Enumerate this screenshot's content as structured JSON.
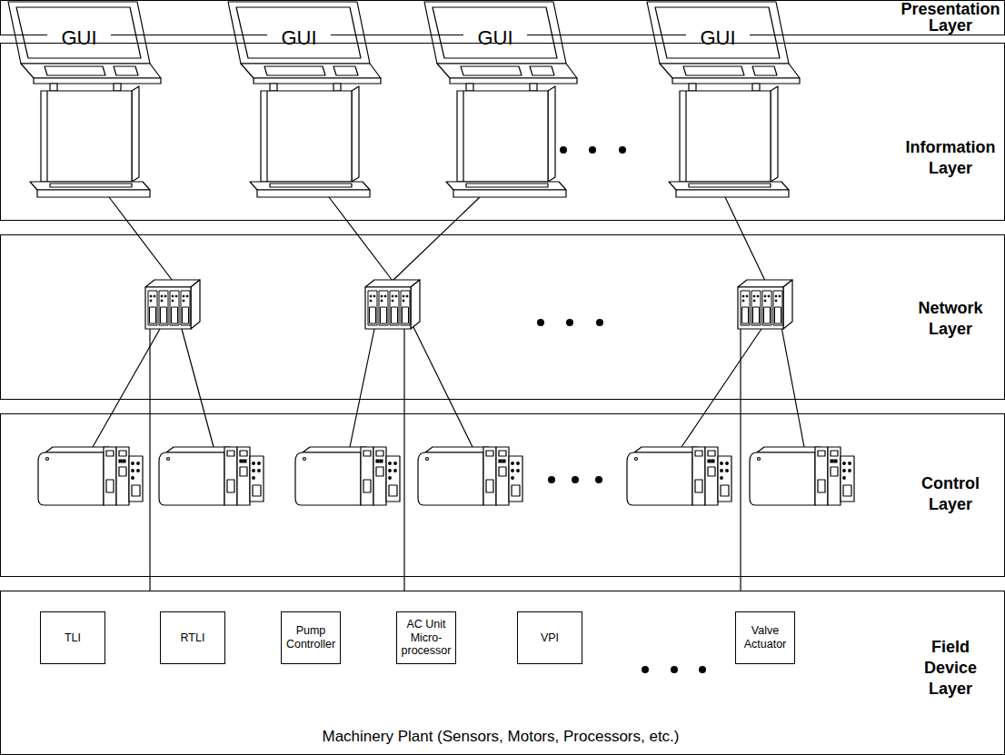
{
  "diagram": {
    "nodes": [
      {
        "text": [
          "Presentation Layer"
        ]
      },
      {
        "text": [
          "GUI"
        ]
      },
      {
        "text": [
          "GUI"
        ]
      },
      {
        "text": [
          "GUI"
        ]
      },
      {
        "text": [
          "GUI"
        ]
      },
      {
        "text": [
          "Information Layer"
        ]
      },
      {
        "text": [
          "Network Layer"
        ]
      },
      {
        "text": [
          "Control Layer"
        ]
      },
      {
        "text": [
          "Field Device Layer",
          "Machinery Plant (Sensors, Motors, Processors, etc.)"
        ]
      },
      {
        "text": [
          "TLI"
        ],
        "in": 8
      },
      {
        "text": [
          "RTLI"
        ],
        "in": 8
      },
      {
        "text": [
          "Pump Controller"
        ],
        "in": 8
      },
      {
        "text": [
          "AC Unit Micro- processor"
        ],
        "in": 8
      },
      {
        "text": [
          "VPI"
        ],
        "in": 8
      },
      {
        "text": [
          "Valve Actuator"
        ],
        "in": 8
      }
    ]
  }
}
